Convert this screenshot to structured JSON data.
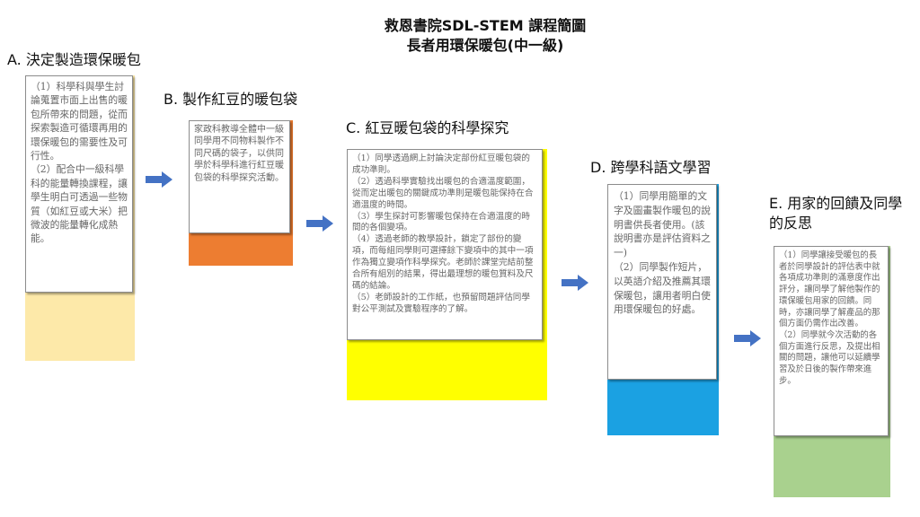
{
  "title": {
    "line1": "救恩書院SDL-STEM 課程簡圖",
    "line2": "長者用環保暖包(中一級)"
  },
  "colors": {
    "A": "#fde9a9",
    "B": "#ed7d31",
    "C": "#ffff00",
    "D": "#1ba1e2",
    "E": "#a9d18e",
    "arrow": "#4472c4"
  },
  "sections": {
    "A": {
      "heading": "A. 決定製造環保暖包",
      "paragraphs": [
        "（1）科學科與學生討論蒐置市面上出售的暖包所帶來的問題，從而探索製造可循環再用的環保暖包的需要性及可行性。",
        "（2）配合中一級科學科的能量轉換課程，讓學生明白可透過一些物質（如紅豆或大米）把微波的能量轉化成熱能。"
      ]
    },
    "B": {
      "heading": "B. 製作紅豆的暖包袋",
      "paragraphs": [
        "家政科教導全體中一級同學用不同物料製作不同尺碼的袋子，以供同學於科學科進行紅豆暖包袋的科學探究活動。"
      ]
    },
    "C": {
      "heading": "C. 紅豆暖包袋的科學探究",
      "paragraphs": [
        "（1）同學透過網上討論決定部份紅豆暖包袋的成功準則。",
        "（2）透過科學實驗找出暖包的合適溫度範圍，從而定出暖包的關鍵成功準則是暖包能保持在合適溫度的時間。",
        "（3）學生探討可影響暖包保持在合適溫度的時間的各個變項。",
        "（4）透過老師的教學設計，鎖定了部份的變項，而每組同學則可選擇餘下變項中的其中一項作為獨立變項作科學探究。老師於課堂完結前整合所有組別的結果，得出最理想的暖包質料及尺碼的結論。",
        "（5）老師設計的工作紙，也預留問題評估同學對公平測試及實驗程序的了解。"
      ]
    },
    "D": {
      "heading": "D. 跨學科語文學習",
      "paragraphs": [
        "（1）同學用簡單的文字及圖畫製作暖包的說明書供長者使用。(該說明書亦是評估資料之一)",
        "（2）同學製作短片，以英語介紹及推薦其環保暖包，讓用者明白使用環保暖包的好處。"
      ]
    },
    "E": {
      "heading": "E. 用家的回饋及同學的反思",
      "paragraphs": [
        "（1）同學讓接受暖包的長者於同學設計的評估表中就各項成功準則的滿意度作出評分，讓同學了解他製作的環保暖包用家的回饋。同時，亦讓同學了解產品的那個方面仍需作出改善。",
        "（2）同學就今次活動的各個方面進行反思，及提出相關的問題，讓他可以延續學習及於日後的製作帶來進步。"
      ]
    }
  }
}
